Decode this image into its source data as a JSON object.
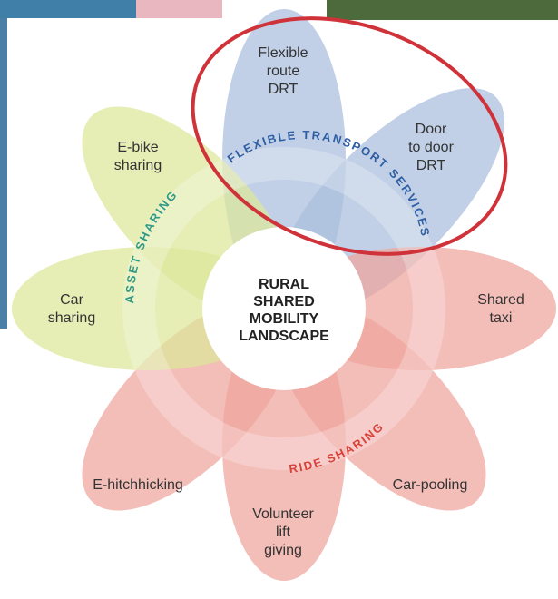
{
  "center": {
    "lines": [
      "RURAL",
      "SHARED",
      "MOBILITY",
      "LANDSCAPE"
    ]
  },
  "groups": [
    {
      "id": "flexible",
      "label": "FLEXIBLE TRANSPORT SERVICES",
      "color": "#2f5fa3",
      "fill": "#a9bedd"
    },
    {
      "id": "asset",
      "label": "ASSET SHARING",
      "color": "#2f9a86",
      "fill": "#dde89a"
    },
    {
      "id": "ride",
      "label": "RIDE SHARING",
      "color": "#d8423a",
      "fill": "#efa39c"
    }
  ],
  "petals": [
    {
      "id": "flexible-route-drt",
      "group": "flexible",
      "lines": [
        "Flexible",
        "route",
        "DRT"
      ]
    },
    {
      "id": "door-to-door-drt",
      "group": "flexible",
      "lines": [
        "Door",
        "to door",
        "DRT"
      ]
    },
    {
      "id": "shared-taxi",
      "group": "ride",
      "lines": [
        "Shared",
        "taxi"
      ]
    },
    {
      "id": "car-pooling",
      "group": "ride",
      "lines": [
        "Car-pooling"
      ]
    },
    {
      "id": "volunteer-lift-giving",
      "group": "ride",
      "lines": [
        "Volunteer",
        "lift",
        "giving"
      ]
    },
    {
      "id": "e-hitchhicking",
      "group": "ride",
      "lines": [
        "E-hitchhicking"
      ]
    },
    {
      "id": "car-sharing",
      "group": "asset",
      "lines": [
        "Car",
        "sharing"
      ]
    },
    {
      "id": "e-bike-sharing",
      "group": "asset",
      "lines": [
        "E-bike",
        "sharing"
      ]
    }
  ],
  "highlight": {
    "color": "#d0323a"
  }
}
